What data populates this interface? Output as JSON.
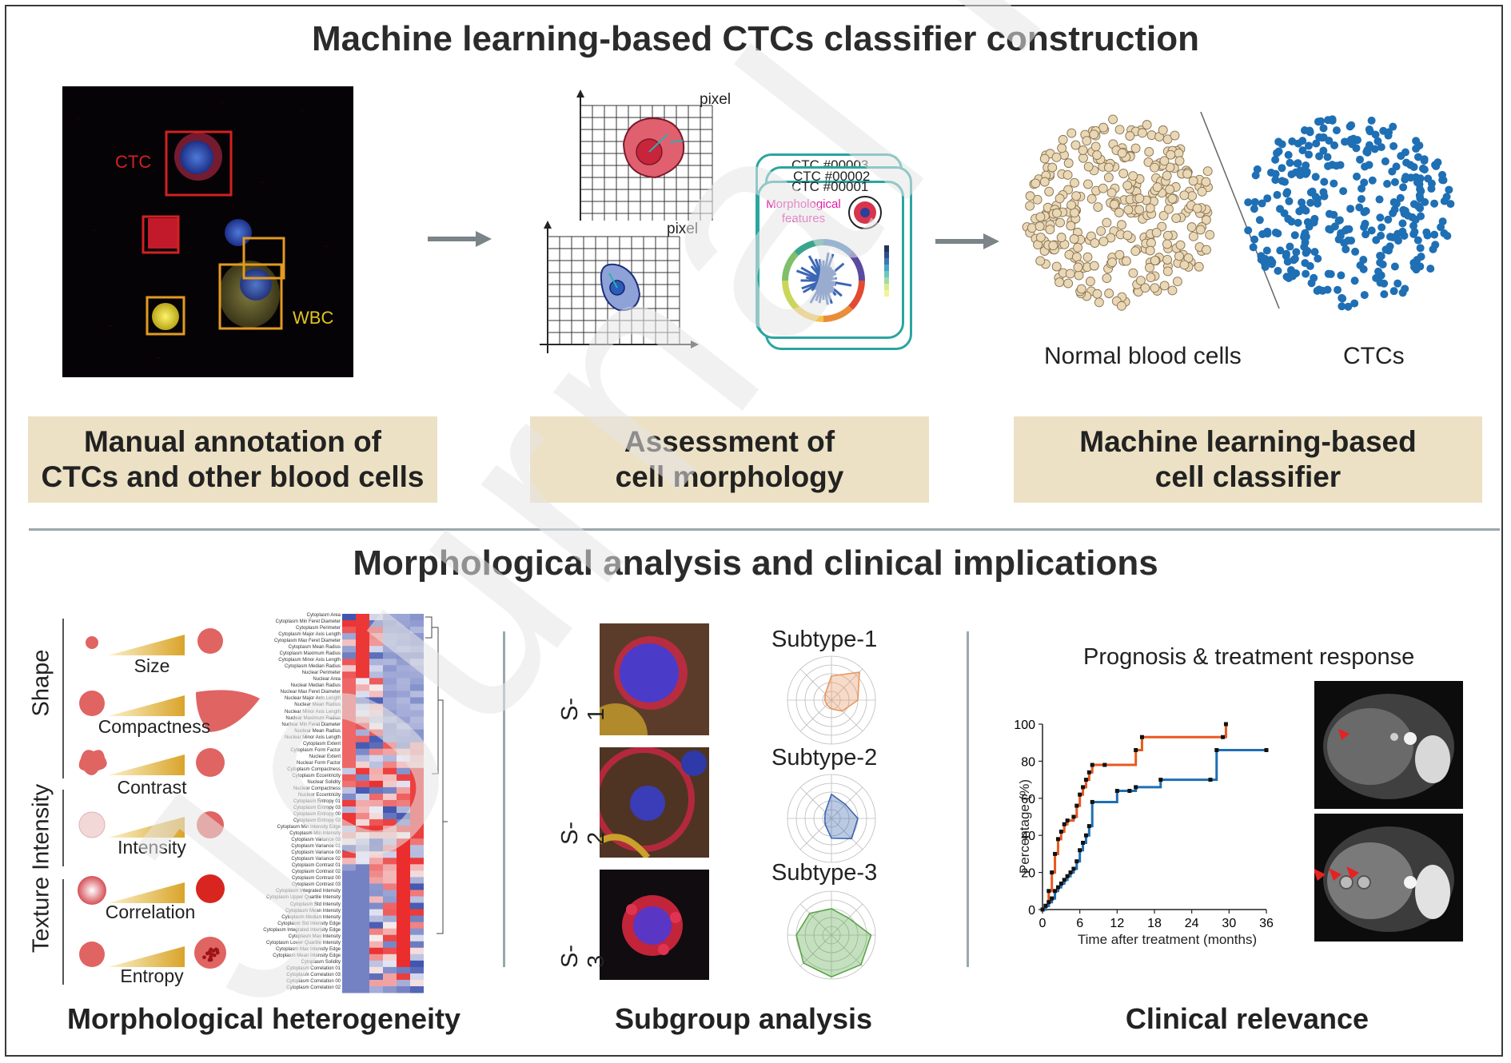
{
  "top_title": "Machine learning-based CTCs classifier construction",
  "bottom_title": "Morphological analysis and clinical implications",
  "annotation": {
    "ctc_label": "CTC",
    "wbc_label": "WBC",
    "banner": [
      "Manual annotation of",
      "CTCs and other blood cells"
    ]
  },
  "morphology": {
    "pixel_label": "pixel",
    "cards": [
      "CTC #00003",
      "CTC #00002",
      "CTC #00001"
    ],
    "features_label": [
      "Morphological",
      "features"
    ],
    "banner": [
      "Assessment of",
      "cell morphology"
    ]
  },
  "classifier": {
    "group_left": "Normal blood cells",
    "group_right": "CTCs",
    "banner": [
      "Machine learning-based",
      "cell classifier"
    ]
  },
  "heterogeneity": {
    "axis_shape": "Shape",
    "axis_texture_intensity": "Texture Intensity",
    "features": [
      "Size",
      "Compactness",
      "Contrast",
      "Intensity",
      "Correlation",
      "Entropy"
    ],
    "caption": "Morphological heterogeneity",
    "heatmap_rows": [
      "Cytoplasm Area",
      "Cytoplasm Min Feret Diameter",
      "Cytoplasm Perimeter",
      "Cytoplasm Major Axis Length",
      "Cytoplasm Max Feret Diameter",
      "Cytoplasm Mean Radius",
      "Cytoplasm Maximum Radius",
      "Cytoplasm Minor Axis Length",
      "Cytoplasm Median Radius",
      "Nuclear Perimeter",
      "Nuclear Area",
      "Nuclear Median Radius",
      "Nuclear Max Feret Diameter",
      "Nuclear Major Axis Length",
      "Nuclear Mean Radius",
      "Nuclear Minor Axis Length",
      "Nuclear Maximum Radius",
      "Nuclear Min Feret Diameter",
      "Nuclear Mean Radius",
      "Nuclear Minor Axis Length",
      "Cytoplasm Extent",
      "Cytoplasm Form Factor",
      "Nuclear Extent",
      "Nuclear Form Factor",
      "Cytoplasm Compactness",
      "Cytoplasm Eccentricity",
      "Nuclear Solidity",
      "Nuclear Compactness",
      "Nuclear Eccentricity",
      "Cytoplasm Entropy 01",
      "Cytoplasm Entropy 03",
      "Cytoplasm Entropy 00",
      "Cytoplasm Entropy 02",
      "Cytoplasm Min Intensity Edge",
      "Cytoplasm Min Intensity",
      "Cytoplasm Variance 03",
      "Cytoplasm Variance 01",
      "Cytoplasm Variance 00",
      "Cytoplasm Variance 02",
      "Cytoplasm Contrast 01",
      "Cytoplasm Contrast 02",
      "Cytoplasm Contrast 00",
      "Cytoplasm Contrast 03",
      "Cytoplasm Integrated Intensity",
      "Cytoplasm Upper Quartile Intensity",
      "Cytoplasm Std Intensity",
      "Cytoplasm Mean Intensity",
      "Cytoplasm Median Intensity",
      "Cytoplasm Std Intensity Edge",
      "Cytoplasm Integrated Intensity Edge",
      "Cytoplasm Max Intensity",
      "Cytoplasm Lower Quartile Intensity",
      "Cytoplasm Max Intensity Edge",
      "Cytoplasm Mean Intensity Edge",
      "Cytoplasm Solidity",
      "Cytoplasm Correlation 01",
      "Cytoplasm Correlation 03",
      "Cytoplasm Correlation 00",
      "Cytoplasm Correlation 02"
    ]
  },
  "subgroup": {
    "rows": [
      "S-1",
      "S-2",
      "S-3"
    ],
    "radar_titles": [
      "Subtype-1",
      "Subtype-2",
      "Subtype-3"
    ],
    "caption": "Subgroup analysis",
    "colors": [
      "#e8955e",
      "#3d66b0",
      "#5aa548"
    ]
  },
  "clinical": {
    "title": "Prognosis & treatment response",
    "caption": "Clinical relevance",
    "chart_data": {
      "type": "line",
      "xlabel": "Time after treatment (months)",
      "ylabel": "Percentage (%)",
      "xlim": [
        0,
        36
      ],
      "ylim": [
        0,
        100
      ],
      "xticks": [
        0,
        6,
        12,
        18,
        24,
        30,
        36
      ],
      "yticks": [
        0,
        20,
        40,
        60,
        80,
        100
      ],
      "series": [
        {
          "color": "#e8591e",
          "x": [
            0,
            0.5,
            1,
            1.5,
            2,
            2.5,
            3,
            3.5,
            4,
            5,
            5.5,
            6,
            6.5,
            7,
            7.5,
            8,
            10,
            15,
            16,
            29,
            29.5
          ],
          "y": [
            0,
            2,
            10,
            20,
            30,
            38,
            42,
            46,
            48,
            50,
            56,
            62,
            66,
            70,
            74,
            78,
            78,
            86,
            93,
            93,
            100
          ]
        },
        {
          "color": "#1f6fb4",
          "x": [
            0,
            0.5,
            1,
            1.5,
            2,
            2.5,
            3,
            3.5,
            4,
            4.5,
            5,
            5.5,
            6,
            6.5,
            7,
            7.5,
            8,
            12,
            14,
            15,
            19,
            27,
            28,
            36
          ],
          "y": [
            0,
            2,
            4,
            6,
            10,
            12,
            14,
            16,
            18,
            20,
            22,
            26,
            32,
            36,
            40,
            45,
            58,
            64,
            64,
            66,
            70,
            70,
            86,
            86
          ]
        }
      ]
    }
  }
}
